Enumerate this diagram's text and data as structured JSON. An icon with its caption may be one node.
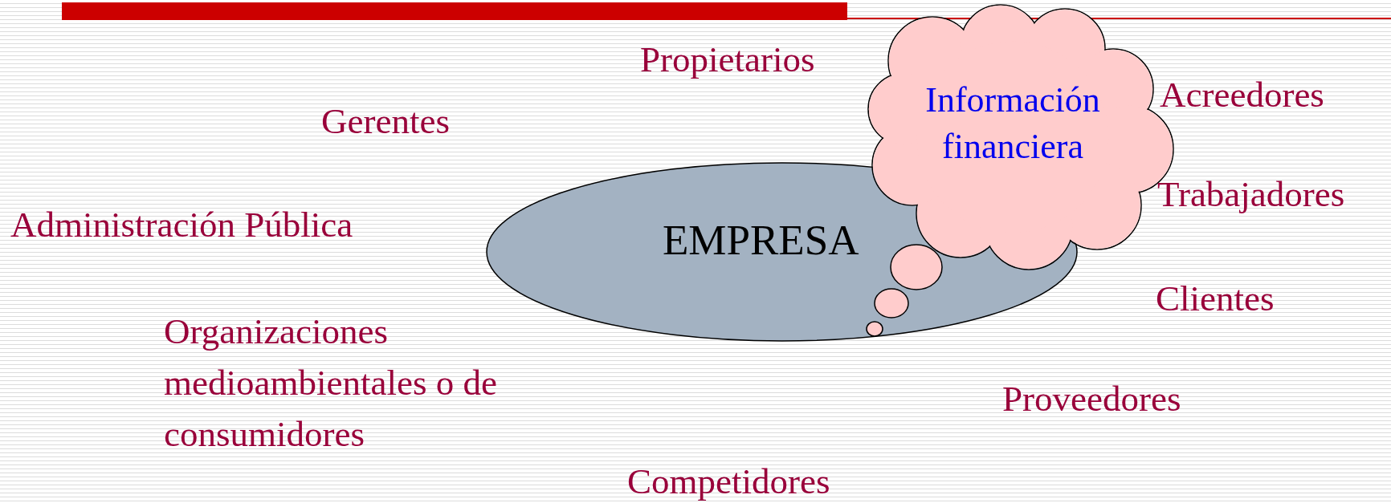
{
  "diagram": {
    "nodes": [
      {
        "text": [
          "EMPRESA"
        ]
      },
      {
        "text": [
          "Información financiera"
        ]
      },
      {
        "text": [],
        "shape": "circle",
        "in": 0
      },
      {
        "text": [],
        "shape": "circle",
        "in": 0
      },
      {
        "text": [],
        "shape": "circle",
        "in": 0
      }
    ],
    "labels": [
      "Propietarios",
      "Acreedores",
      "Gerentes",
      "Trabajadores",
      "Administración Pública",
      "Clientes",
      "Organizaciones medioambientales o de consumidores",
      "Proveedores",
      "Competidores"
    ]
  }
}
